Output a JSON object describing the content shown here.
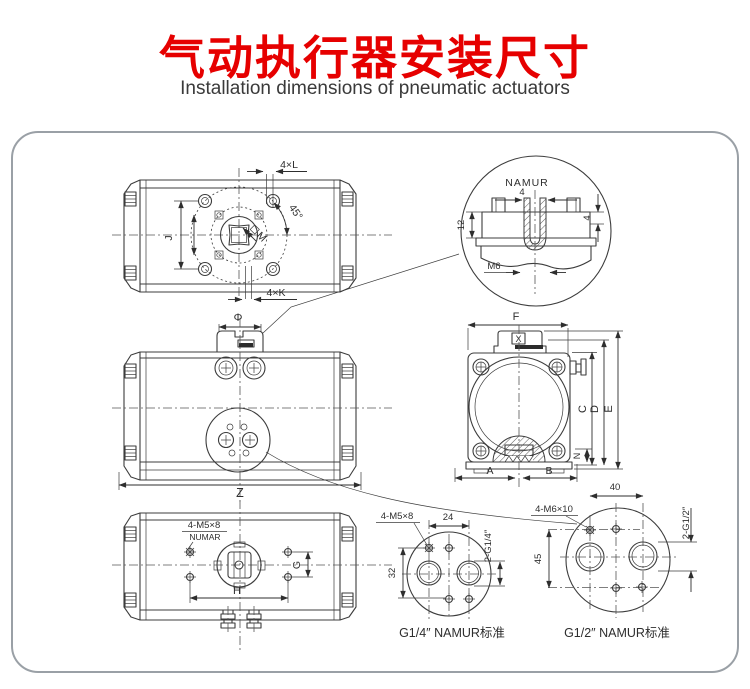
{
  "page": {
    "title_cn": "气动执行器安装尺寸",
    "title_en": "Installation dimensions of pneumatic actuators"
  },
  "colors": {
    "title_red": "#e60000",
    "line": "#3c3c3c",
    "border_gray": "#9aa0a6"
  },
  "views": {
    "top_view": {
      "labels": {
        "bolt_top": "4×L",
        "angle": "45°",
        "square_drive": "M",
        "height": "J",
        "bolt_bottom": "4×K"
      }
    },
    "namur_detail": {
      "title": "NAMUR",
      "slot_width": "4",
      "depth": "12",
      "step": "4",
      "thread": "M6"
    },
    "front_view": {
      "labels": {
        "shaft_dia": "Φ",
        "overall_length": "Z"
      }
    },
    "side_view": {
      "labels": {
        "width": "F",
        "square": "X",
        "c": "C",
        "d": "D",
        "e": "E",
        "n": "N",
        "a": "A",
        "b": "B"
      }
    },
    "bottom_view": {
      "labels": {
        "thread": "4-M5×8",
        "namur_note": "NUMAR",
        "g": "G",
        "h": "H"
      }
    },
    "flange_quarter": {
      "thread": "4-M5×8",
      "width": "24",
      "height": "32",
      "ports": "2-G1/4″",
      "caption": "G1/4″ NAMUR标准"
    },
    "flange_half": {
      "thread": "4-M6×10",
      "width": "40",
      "height": "45",
      "ports": "2-G1/2″",
      "caption": "G1/2″ NAMUR标准"
    }
  }
}
